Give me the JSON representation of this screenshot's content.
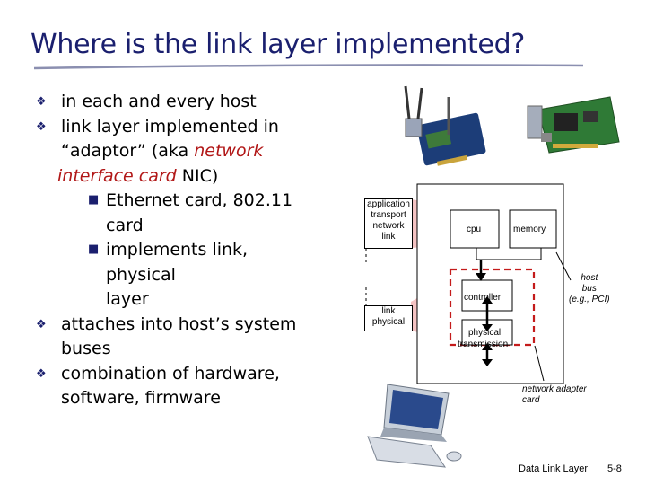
{
  "slide": {
    "title": "Where is the link layer implemented?",
    "bullets": [
      {
        "text": "in each and every host"
      },
      {
        "text": "link layer implemented in"
      }
    ],
    "adaptor_line_prefix": "“adaptor” (aka ",
    "adaptor_line_red": "network",
    "nic_line_red": "interface card",
    "nic_line_suffix": " NIC)",
    "sub_bullets": [
      {
        "lines": [
          "Ethernet card, 802.11",
          "card"
        ]
      },
      {
        "lines": [
          "implements link, physical",
          "layer"
        ]
      }
    ],
    "bullets_after": [
      {
        "lines": [
          "attaches into host’s system",
          "buses"
        ]
      },
      {
        "lines": [
          "combination of hardware,",
          "software, firmware"
        ]
      }
    ],
    "bullet_icon": "diamond-bullet-icon",
    "sub_bullet_icon": "square-bullet-icon"
  },
  "diagram": {
    "host_stack": [
      "application",
      "transport",
      "network",
      "link"
    ],
    "adapter_stack": [
      "link",
      "physical"
    ],
    "cpu_label": "cpu",
    "memory_label": "memory",
    "controller_label": "controller",
    "physical_label": "physical",
    "transmission_label": "transmission",
    "host_bus_label": [
      "host",
      "bus",
      "(e.g., PCI)"
    ],
    "adapter_label": [
      "network adapter",
      "card"
    ],
    "images": [
      "wireless-nic-card-image",
      "ethernet-nic-card-image",
      "computer-monitor-image"
    ]
  },
  "footer": {
    "section": "Data Link Layer",
    "page": "5-8"
  },
  "colors": {
    "title": "#1a1f6e",
    "red": "#b11616",
    "dashed_box": "#c41b1b",
    "highlight": "#f6c9c9"
  }
}
